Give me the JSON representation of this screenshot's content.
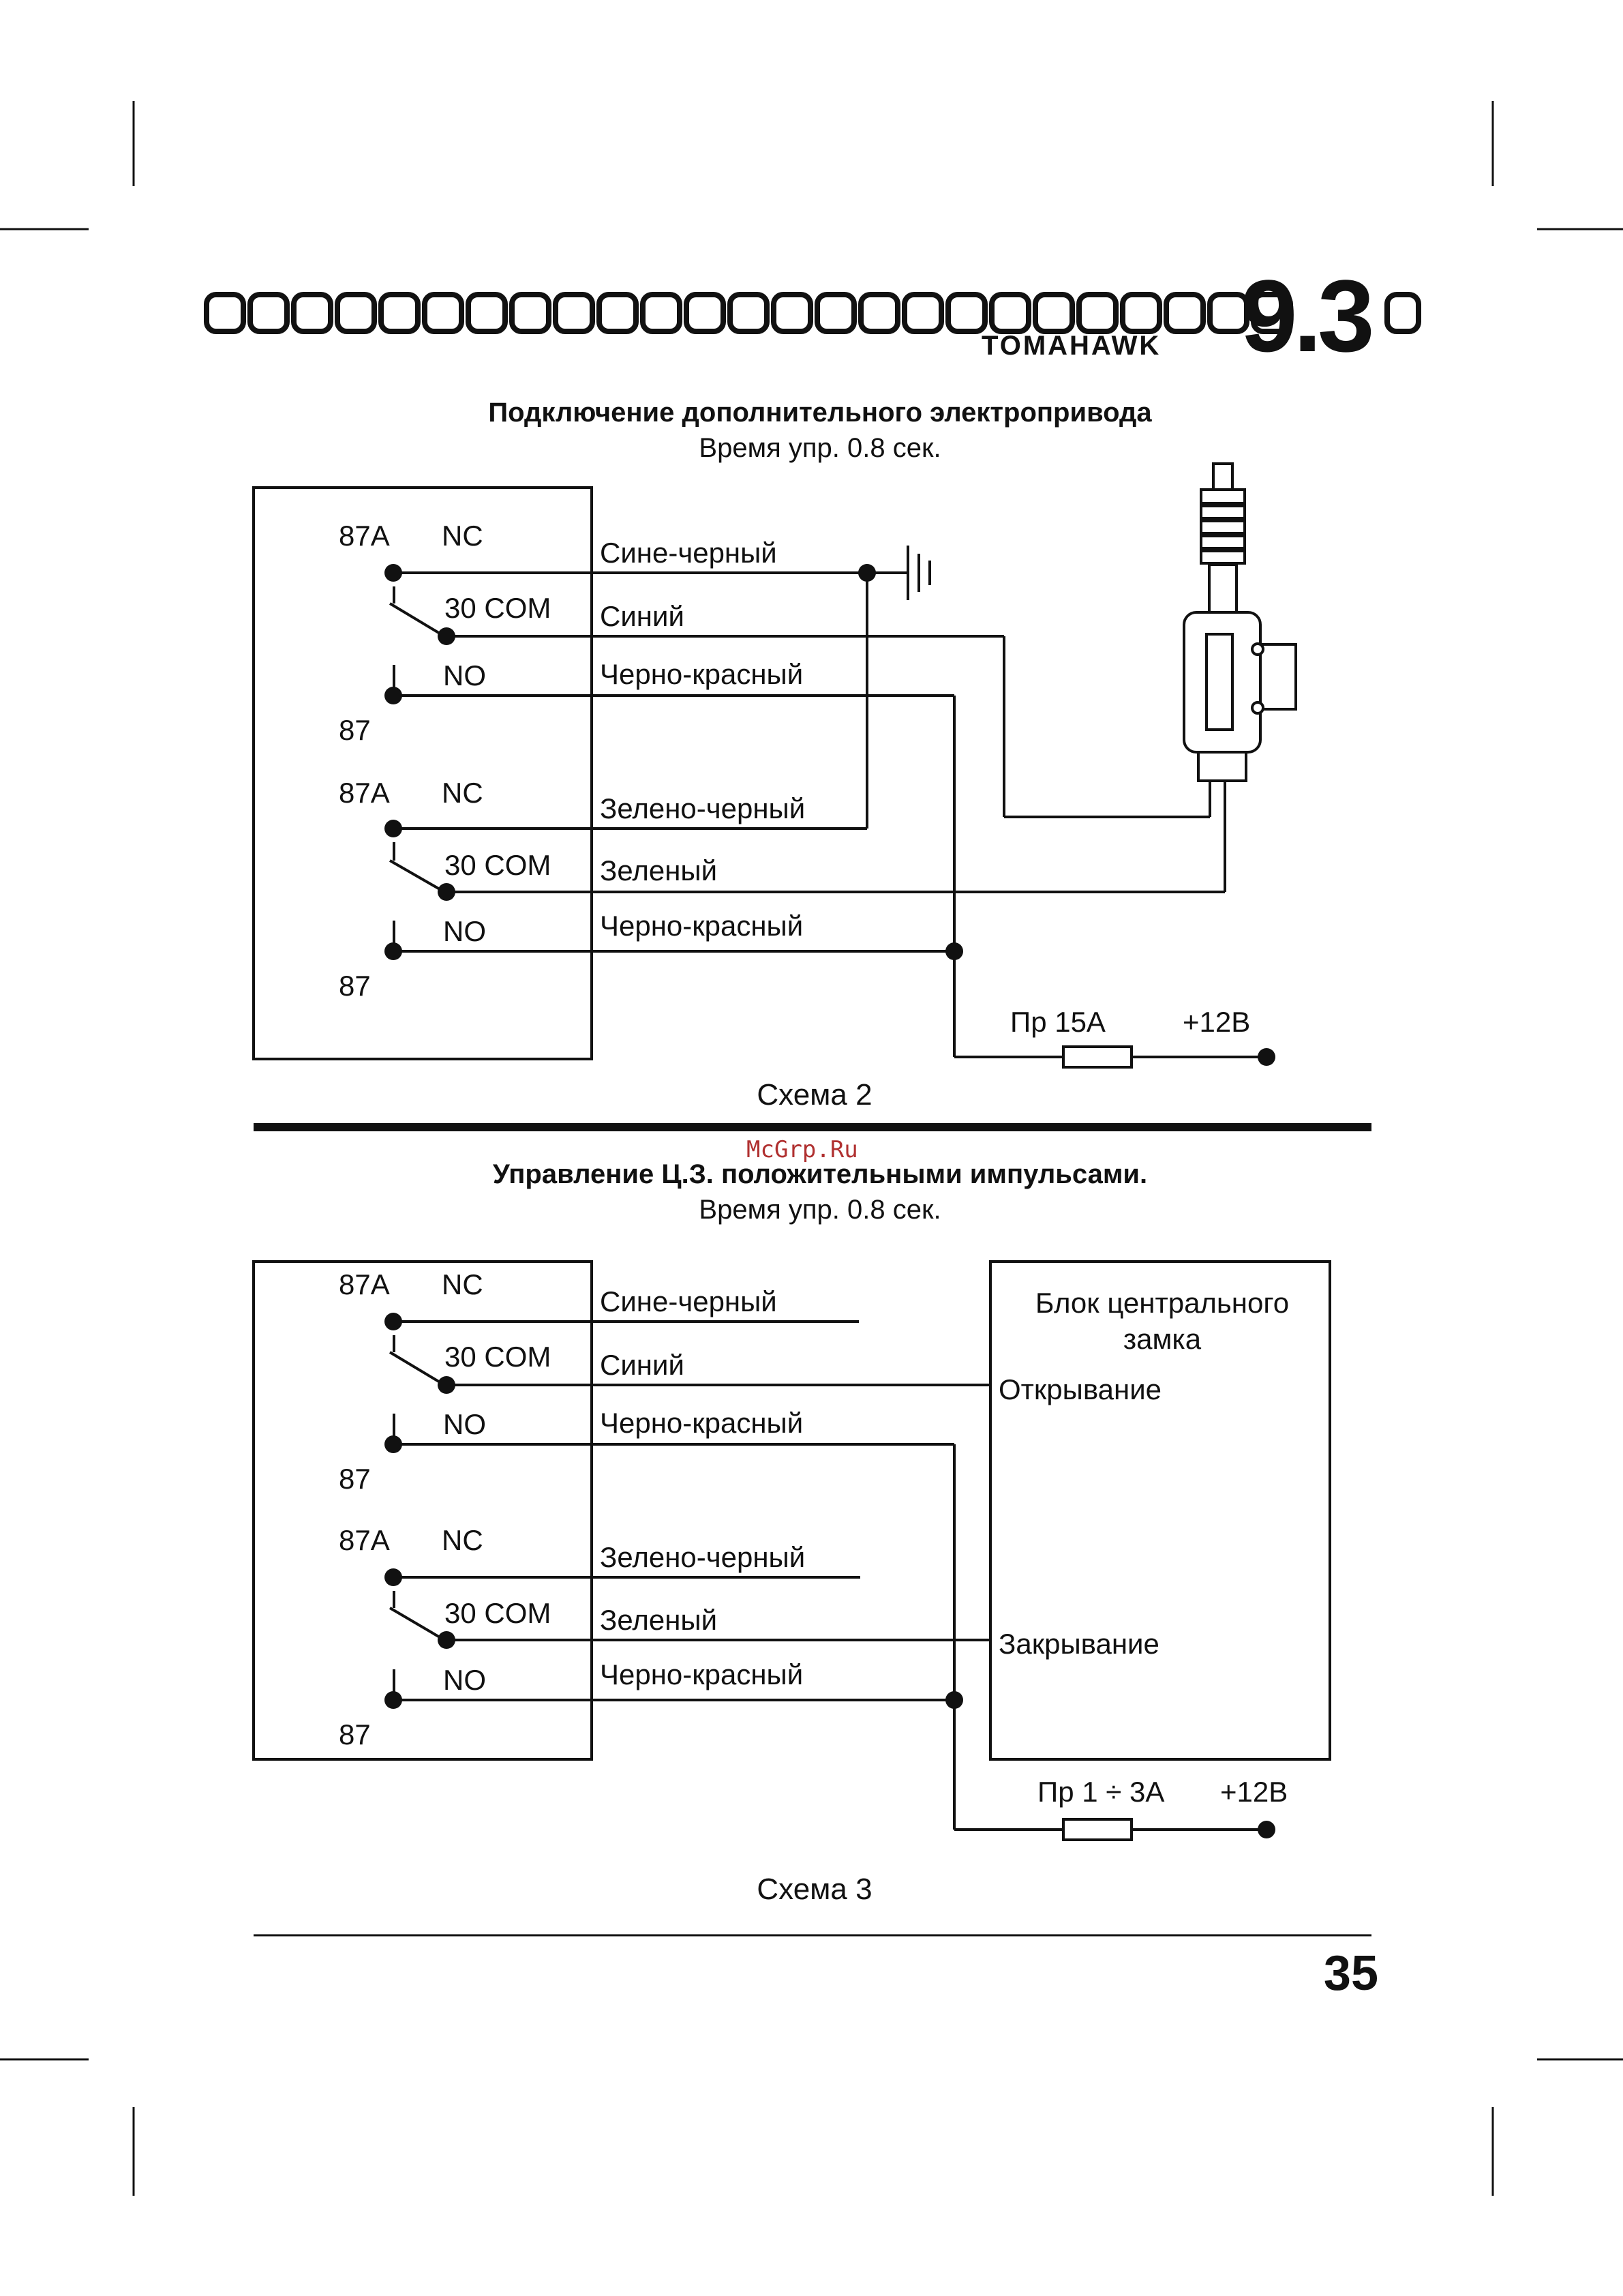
{
  "header": {
    "logo_brand": "TOMAHAWK",
    "logo_model": "9.3"
  },
  "diagram2": {
    "title": "Подключение дополнительного электропривода",
    "subtitle": "Время упр. 0.8 сек.",
    "caption": "Схема 2",
    "relay1": {
      "nc_pin": "87A",
      "nc_label": "NC",
      "com_label": "30 COM",
      "no_label": "NO",
      "no_pin": "87"
    },
    "relay2": {
      "nc_pin": "87A",
      "nc_label": "NC",
      "com_label": "30 COM",
      "no_label": "NO",
      "no_pin": "87"
    },
    "wires": [
      "Сине-черный",
      "Синий",
      "Черно-красный",
      "Зелено-черный",
      "Зеленый",
      "Черно-красный"
    ],
    "fuse_label": "Пр 15А",
    "power_label": "+12В"
  },
  "watermark": "McGrp.Ru",
  "diagram3": {
    "title": "Управление Ц.З. положительными импульсами.",
    "subtitle": "Время упр. 0.8 сек.",
    "caption": "Схема 3",
    "relay1": {
      "nc_pin": "87A",
      "nc_label": "NC",
      "com_label": "30 COM",
      "no_label": "NO",
      "no_pin": "87"
    },
    "relay2": {
      "nc_pin": "87A",
      "nc_label": "NC",
      "com_label": "30 COM",
      "no_label": "NO",
      "no_pin": "87"
    },
    "wires": [
      "Сине-черный",
      "Синий",
      "Черно-красный",
      "Зелено-черный",
      "Зеленый",
      "Черно-красный"
    ],
    "block_title_1": "Блок центрального",
    "block_title_2": "замка",
    "open_label": "Открывание",
    "close_label": "Закрывание",
    "fuse_label": "Пр 1 ÷ 3А",
    "power_label": "+12В"
  },
  "footer": {
    "page_number": "35"
  }
}
